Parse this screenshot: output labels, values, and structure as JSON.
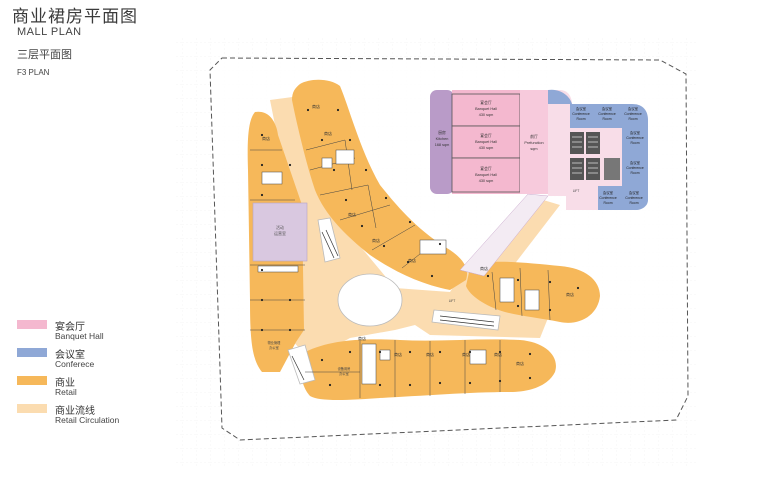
{
  "title": {
    "cn": "商业裙房平面图",
    "en": "MALL PLAN"
  },
  "subtitle": {
    "cn": "三层平面图",
    "en": "F3 PLAN"
  },
  "colors": {
    "banquet": "#f4b8cf",
    "conference": "#8fa8d6",
    "retail": "#f6b85a",
    "circulation": "#fbdcb0",
    "kitchen": "#b99bc8",
    "special": "#d9c8e0",
    "gray": "#e6e6e6"
  },
  "legend": [
    {
      "cn": "宴会厅",
      "en": "Banquet Hall",
      "color": "#f4b8cf"
    },
    {
      "cn": "会议室",
      "en": "Conferece",
      "color": "#8fa8d6"
    },
    {
      "cn": "商业",
      "en": "Retail",
      "color": "#f6b85a"
    },
    {
      "cn": "商业流线",
      "en": "Retail Circulation",
      "color": "#fbdcb0"
    }
  ],
  "plan_labels": {
    "kitchen": [
      "厨房",
      "Kitchen",
      "168 sqm"
    ],
    "banquet_1": [
      "宴会厅",
      "Banquet Hall",
      "430 sqm"
    ],
    "banquet_2": [
      "宴会厅",
      "Banquet Hall",
      "430 sqm"
    ],
    "banquet_3": [
      "宴会厅",
      "Banquet Hall",
      "430 sqm"
    ],
    "prefunction": [
      "前厅",
      "Prefunction",
      "sqm"
    ],
    "conf_1": [
      "会议室",
      "Conference",
      "Room"
    ],
    "conf_2": [
      "会议室",
      "Conference",
      "Room"
    ],
    "conf_3": [
      "会议室",
      "Conference",
      "Room"
    ],
    "conf_4": [
      "会议室",
      "Conference",
      "Room"
    ],
    "conf_5": [
      "会议室",
      "Conference",
      "Room"
    ],
    "conf_6": [
      "会议室",
      "Conference",
      "Room"
    ],
    "conf_7": [
      "会议室",
      "Conference",
      "Room"
    ],
    "shop": "商店",
    "special": [
      "活动",
      "运营室"
    ],
    "service_a": [
      "物业管理",
      "办公室"
    ],
    "service_b": [
      "设备用房",
      "办公室"
    ],
    "lift": "LIFT"
  }
}
